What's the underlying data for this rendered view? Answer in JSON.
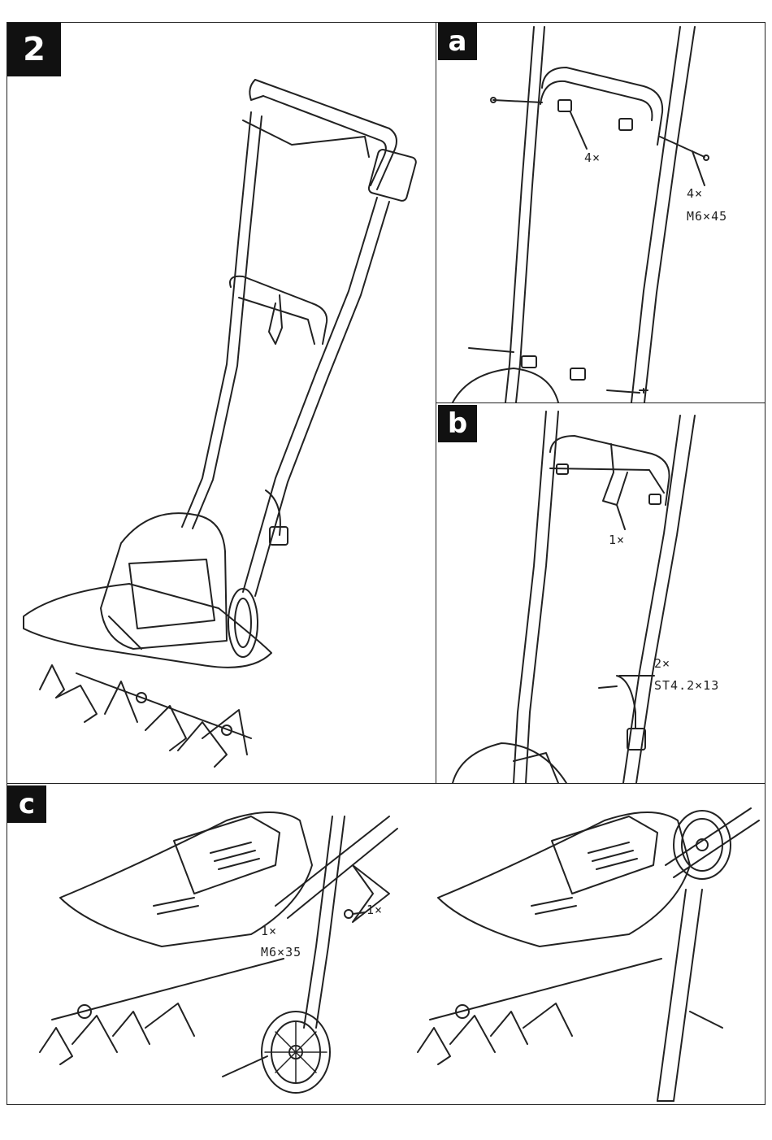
{
  "main_label": "2",
  "panels": {
    "a": {
      "label": "a",
      "callout_bracket_qty": "4×",
      "callout_bolt_qty": "4×",
      "callout_bolt_size": "M6×45"
    },
    "b": {
      "label": "b",
      "callout_clip_qty": "1×",
      "callout_screw_qty": "2×",
      "callout_screw_size": "ST4.2×13"
    },
    "c": {
      "label": "c",
      "callout_nut_qty": "1×",
      "callout_bolt_qty": "1×",
      "callout_bolt_size": "M6×35"
    }
  },
  "colors": {
    "line": "#222222",
    "label_bg": "#111111",
    "label_text": "#ffffff",
    "background": "#ffffff"
  }
}
